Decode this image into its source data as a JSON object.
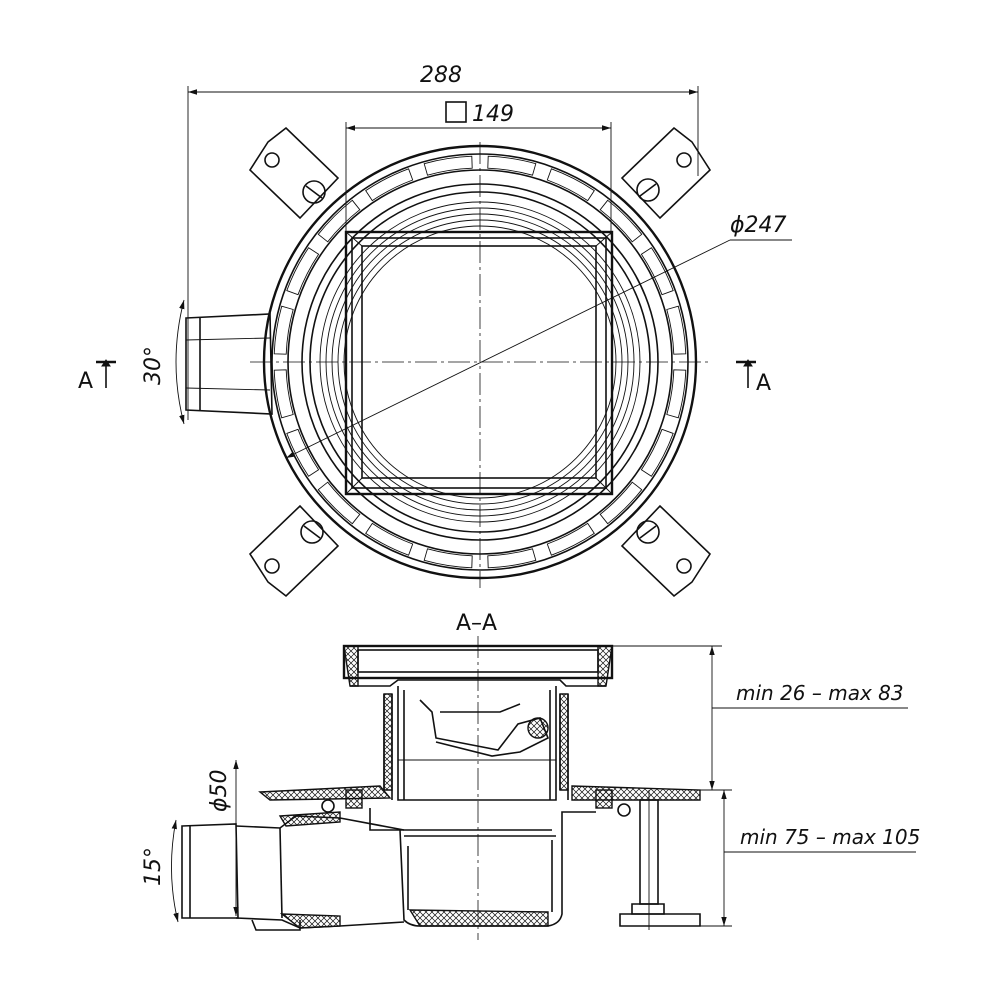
{
  "dimensions": {
    "overall_width": "288",
    "grate_size": "149",
    "flange_diameter": "ϕ247",
    "outlet_angle_plan": "30°",
    "outlet_angle_section": "15°",
    "outlet_diameter": "ϕ50",
    "grate_height_range": "min 26 – max 83",
    "body_height_range": "min 75 – max 105"
  },
  "section": {
    "title": "A–A",
    "cut_left": "A",
    "cut_right": "A"
  }
}
